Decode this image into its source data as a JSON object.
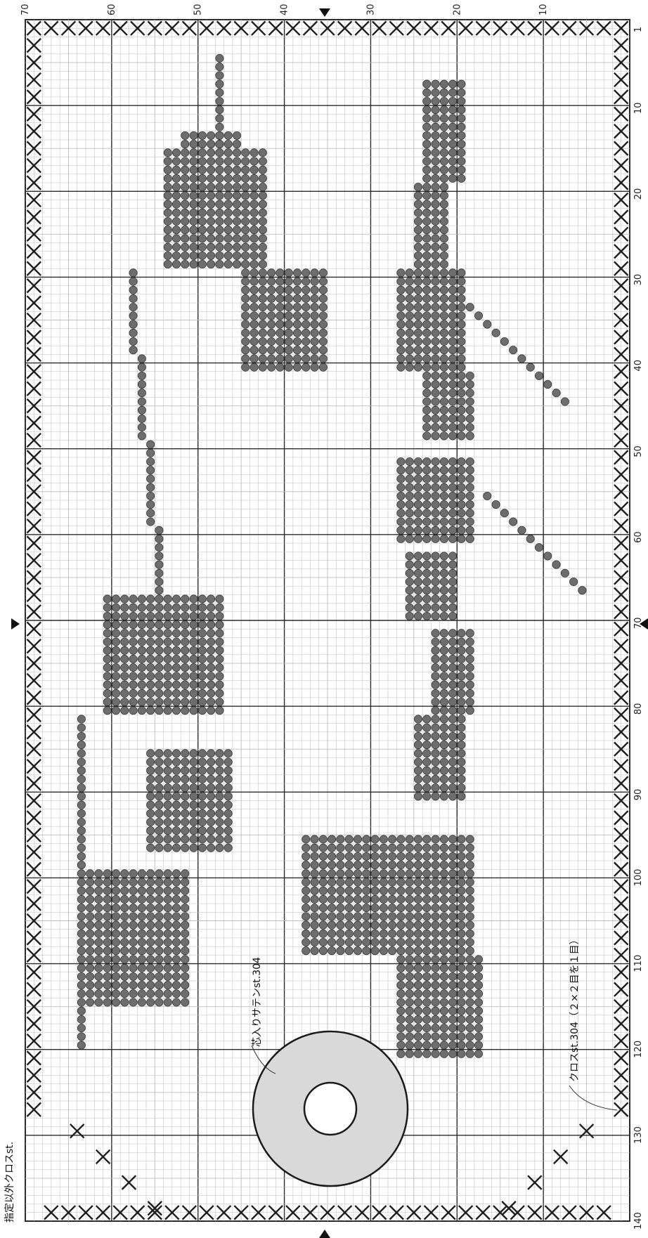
{
  "note_top": "指定以外クロスst.",
  "label_satin": "芯入りサテンst.304",
  "label_cross": "クロスst.304（２×２目を１目）",
  "col_ticks": [
    "1",
    "10",
    "20",
    "30",
    "40",
    "50",
    "60",
    "70",
    "80",
    "90",
    "100",
    "110",
    "120",
    "130",
    "140"
  ],
  "row_ticks": [
    "10",
    "20",
    "30",
    "40",
    "50",
    "60",
    "70"
  ],
  "center_markers": [
    "▼",
    "▲",
    "▶",
    "◀"
  ],
  "legend": {
    "cross_symbol": "cross-mark",
    "stitch_symbol": "filled-circle-stitch",
    "ring_fill": "#d9d9d9",
    "stitch_fill": "#6d6d6d"
  },
  "colors": {
    "grid_minor": "#bdbdbd",
    "grid_major": "#2b2b2b",
    "ink": "#1e1e1e"
  }
}
